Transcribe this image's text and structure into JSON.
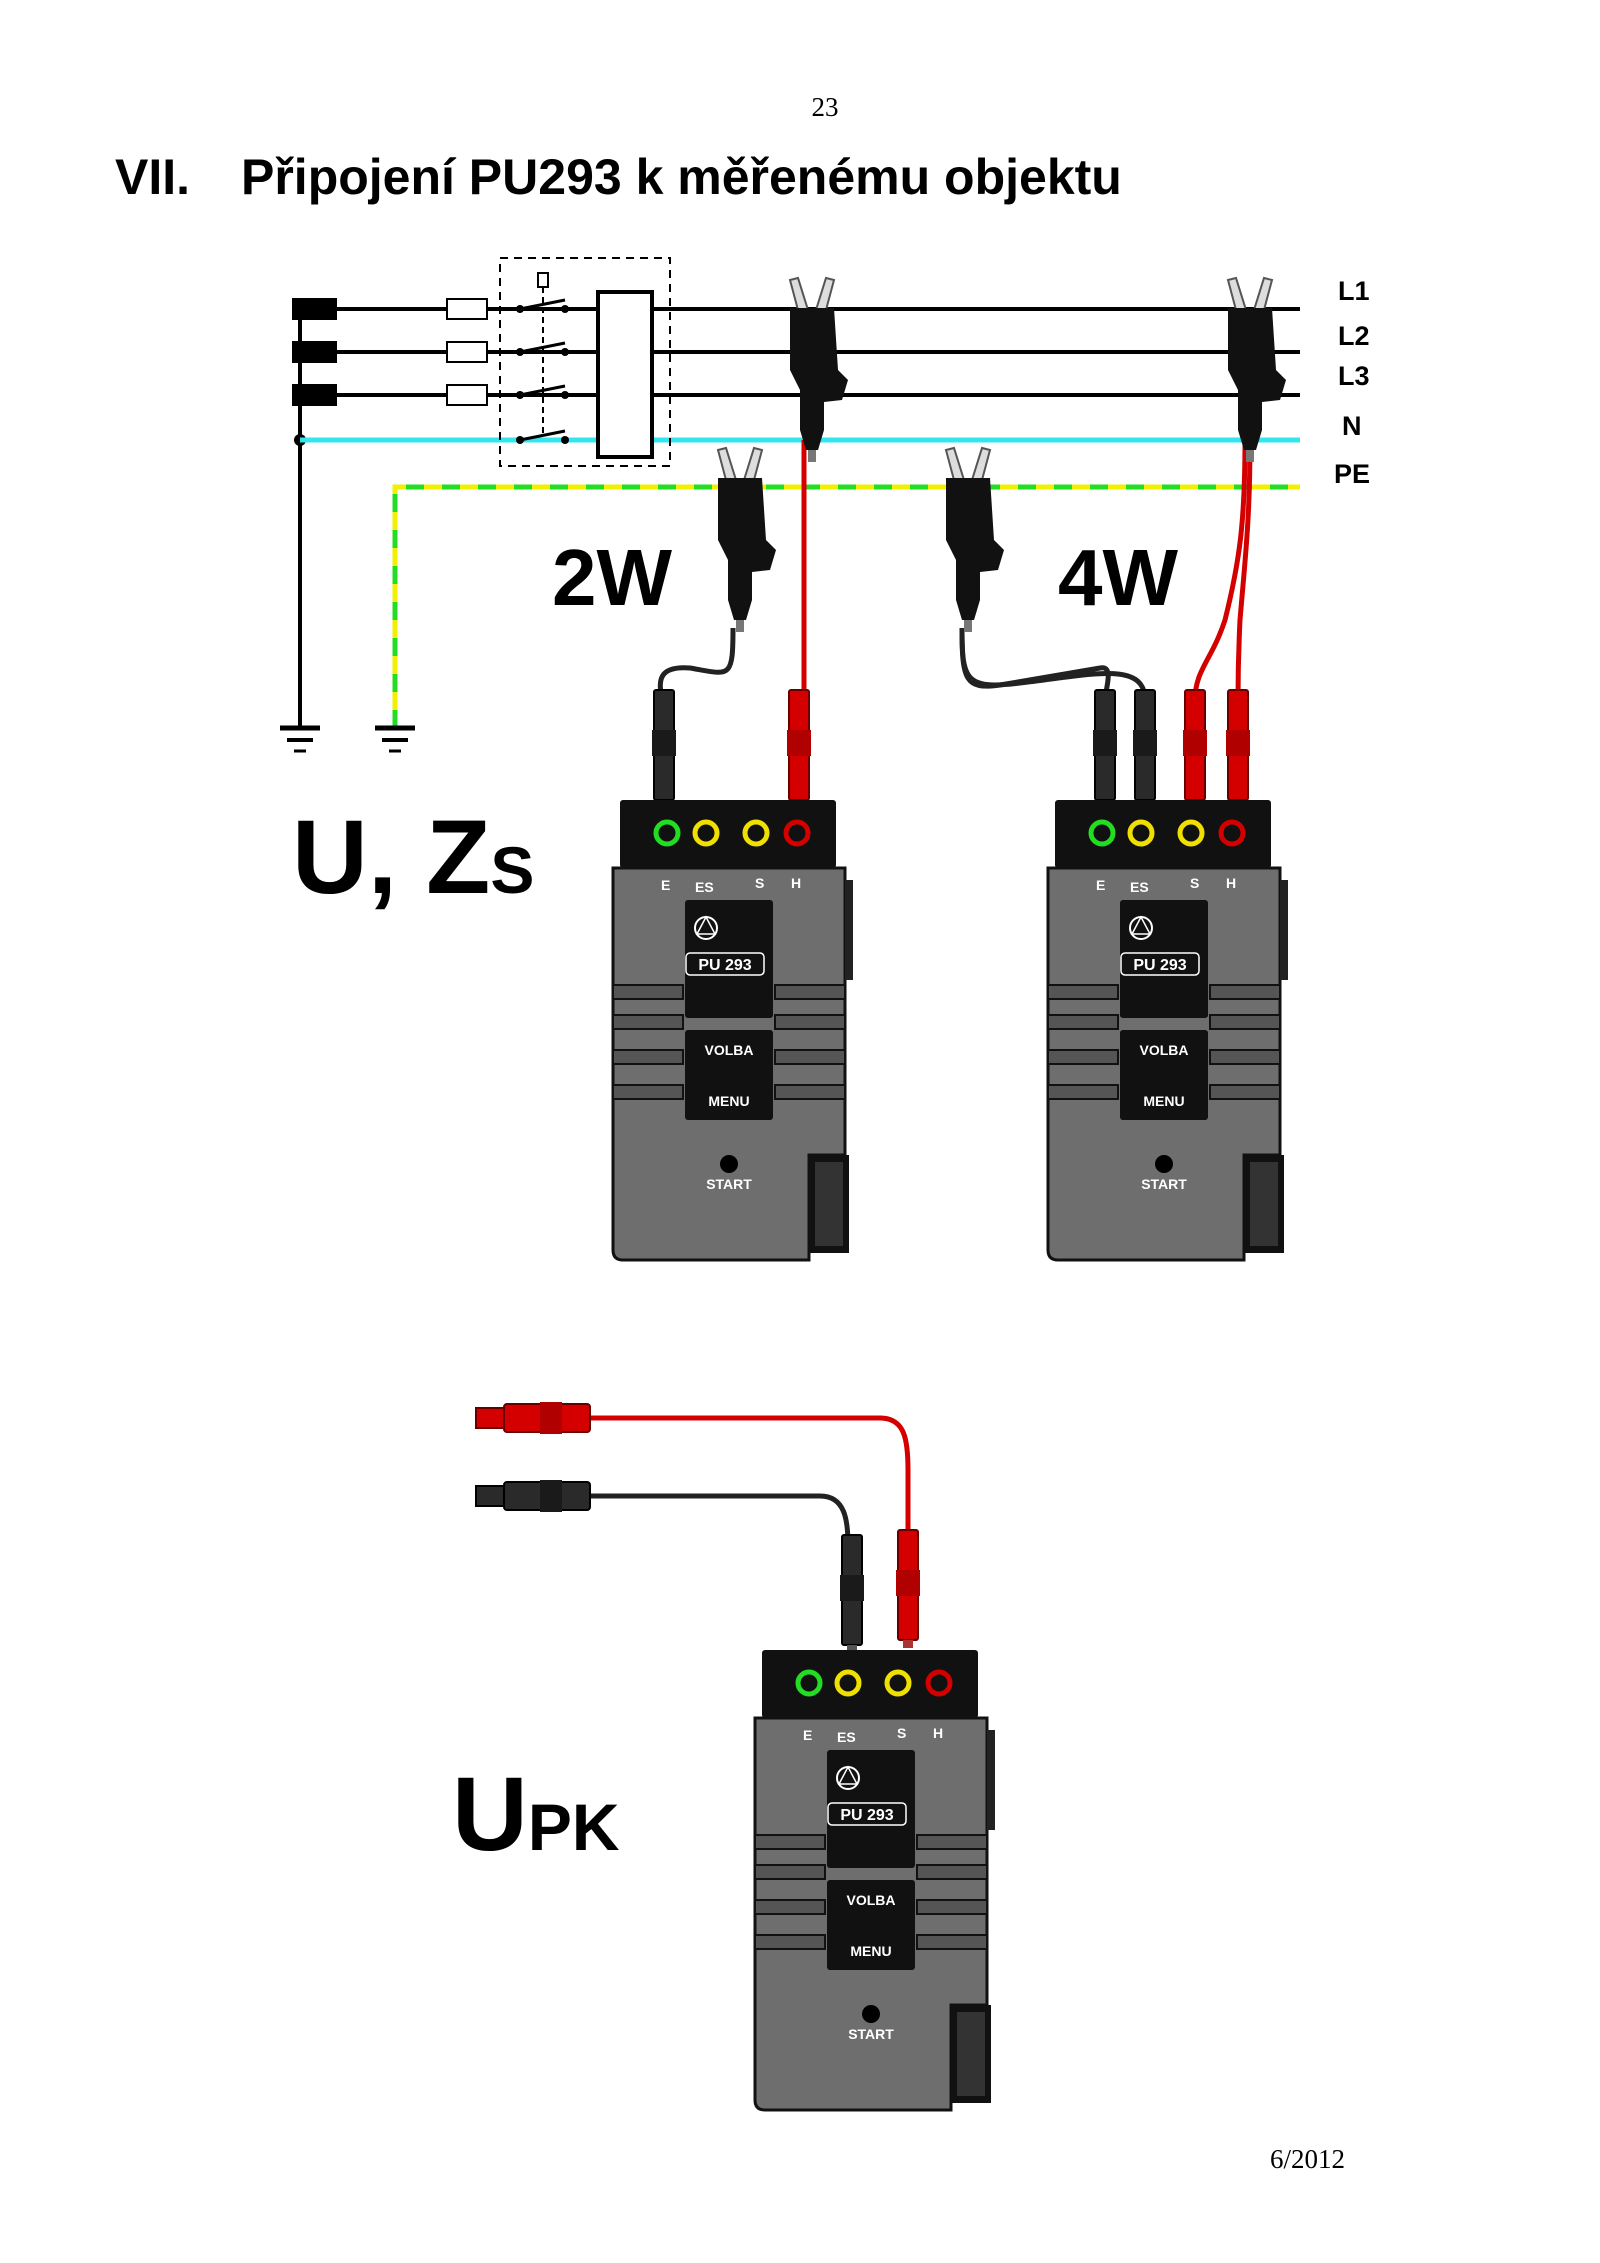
{
  "page_number": "23",
  "heading": {
    "number": "VII.",
    "title": "Připojení PU293 k měřenému objektu"
  },
  "lines": {
    "l1": "L1",
    "l2": "L2",
    "l3": "L3",
    "n": "N",
    "pe": "PE"
  },
  "modes": {
    "two_wire": "2W",
    "four_wire": "4W"
  },
  "measurements": {
    "u_zs": {
      "main": "U, Z",
      "sub": "S"
    },
    "upk": {
      "main": "U",
      "sub": "PK"
    }
  },
  "device": {
    "terminals": [
      "E",
      "ES",
      "S",
      "H"
    ],
    "model": "PU 293",
    "logo": "STZ",
    "button_top": "VOLBA",
    "button_bottom": "MENU",
    "start": "START"
  },
  "colors": {
    "red_lead": "#d40000",
    "black_lead": "#222222",
    "device_body": "#6b6b6b",
    "n_line": "#33e6ee",
    "pe_line_green": "#22dd22",
    "pe_line_yellow": "#f0f000"
  },
  "footer": "6/2012"
}
